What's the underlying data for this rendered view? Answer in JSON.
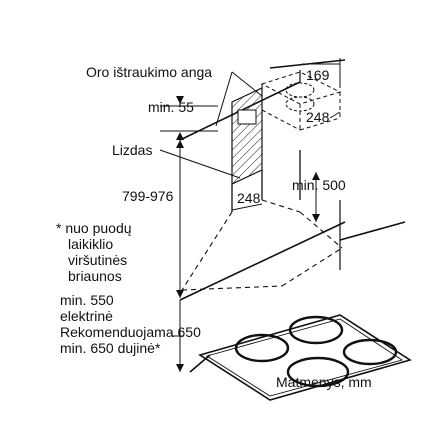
{
  "labels": {
    "air_outlet": "Oro ištraukimo anga",
    "dim_169": "169",
    "dim_248_top": "248",
    "min_55": "min. 55",
    "socket": "Lizdas",
    "range_height": "799-976",
    "dim_248_chimney": "248",
    "min_500": "min. 500",
    "pot_note": [
      "* nuo puodų",
      "laikiklio",
      "viršutinės",
      "briaunos"
    ],
    "min_550": "min. 550",
    "electric": "elektrinė",
    "recommended": "Rekomenduojama 650",
    "gas": "min. 650 dujinė*",
    "units": "Matmenys, mm"
  },
  "colors": {
    "line": "#111111",
    "background": "#ffffff"
  }
}
